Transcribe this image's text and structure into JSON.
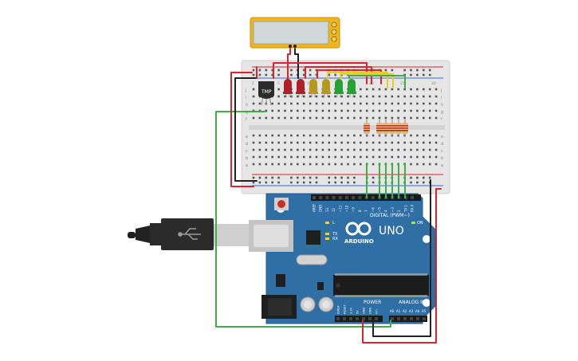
{
  "arduino": {
    "logo_text": "ARDUINO",
    "model": "UNO",
    "digital_label": "DIGITAL (PWM~)",
    "analog_label": "ANALOG IN",
    "power_label": "POWER",
    "on_label": "ON",
    "tx_label": "TX",
    "rx_label": "RX",
    "l_label": "L",
    "digital_pins": [
      "AREF",
      "GND",
      "13",
      "12",
      "~11",
      "~10",
      "~9",
      "8",
      "7",
      "~6",
      "~5",
      "4",
      "~3",
      "2",
      "TX 1",
      "RX 0"
    ],
    "power_pins": [
      "IOREF",
      "RESET",
      "3.3V",
      "5V",
      "GND",
      "GND",
      "Vin"
    ],
    "analog_pins": [
      "A0",
      "A1",
      "A2",
      "A3",
      "A4",
      "A5"
    ]
  },
  "sensor": {
    "label": "TMP"
  },
  "breadboard": {
    "row_letters_top": [
      "j",
      "i",
      "h",
      "g",
      "f"
    ],
    "row_letters_bottom": [
      "e",
      "d",
      "c",
      "b",
      "a"
    ],
    "col_numbers": [
      "1",
      "5",
      "10",
      "15",
      "20",
      "25",
      "30"
    ]
  },
  "leds": [
    {
      "color": "#b0202a"
    },
    {
      "color": "#b0202a"
    },
    {
      "color": "#b49a1e"
    },
    {
      "color": "#b49a1e"
    },
    {
      "color": "#2aa033"
    },
    {
      "color": "#2aa033"
    }
  ],
  "colors": {
    "wire_red": "#d9232d",
    "wire_black": "#222222",
    "wire_green": "#3cb043",
    "wire_yellow": "#e6cf1f",
    "board_blue": "#2f6fa6",
    "breadboard": "#e8e8e8",
    "lcd_frame": "#f1b51a",
    "lcd_screen": "#cfd8d8"
  }
}
